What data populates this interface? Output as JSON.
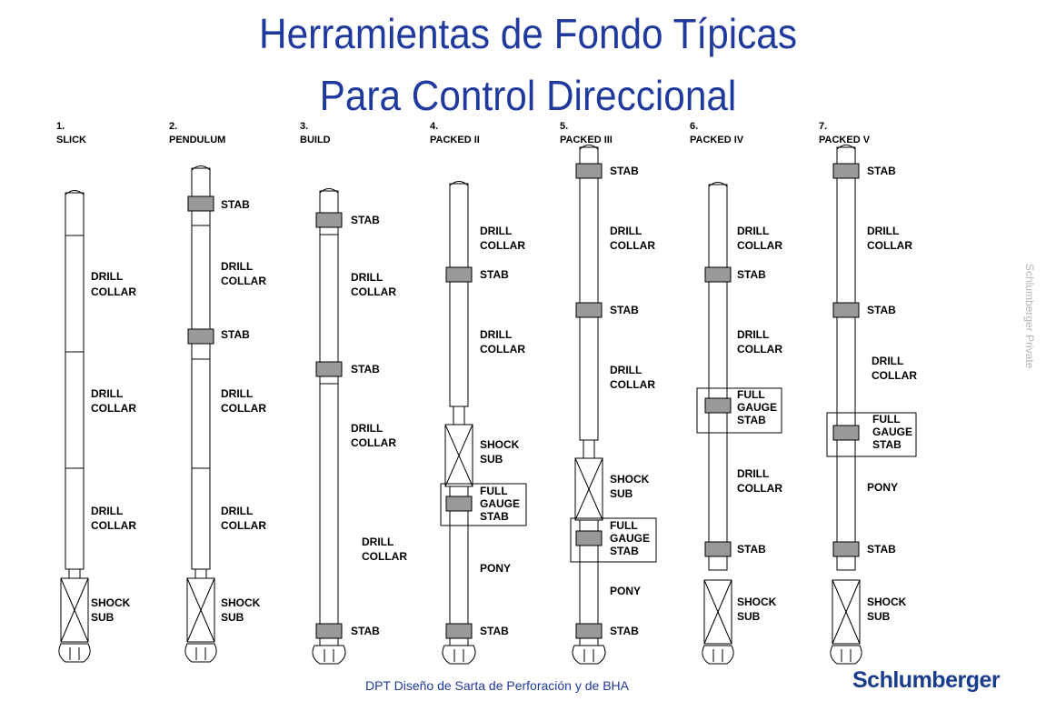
{
  "title_line1": "Herramientas de Fondo Típicas",
  "title_line2": "Para Control Direccional",
  "assemblies": [
    {
      "number": "1.",
      "name": "SLICK"
    },
    {
      "number": "2.",
      "name": "PENDULUM"
    },
    {
      "number": "3.",
      "name": "BUILD"
    },
    {
      "number": "4.",
      "name": "PACKED II"
    },
    {
      "number": "5.",
      "name": "PACKED III"
    },
    {
      "number": "6.",
      "name": "PACKED IV"
    },
    {
      "number": "7.",
      "name": "PACKED V"
    }
  ],
  "labels": {
    "stab": "STAB",
    "drill": "DRILL",
    "collar": "COLLAR",
    "shock": "SHOCK",
    "sub": "SUB",
    "full": "FULL",
    "gauge": "GAUGE",
    "pony": "PONY"
  },
  "footer": "DPT  Diseño de Sarta de Perforación y de BHA",
  "logo": "Schlumberger",
  "watermark": "Schlumberger Private"
}
